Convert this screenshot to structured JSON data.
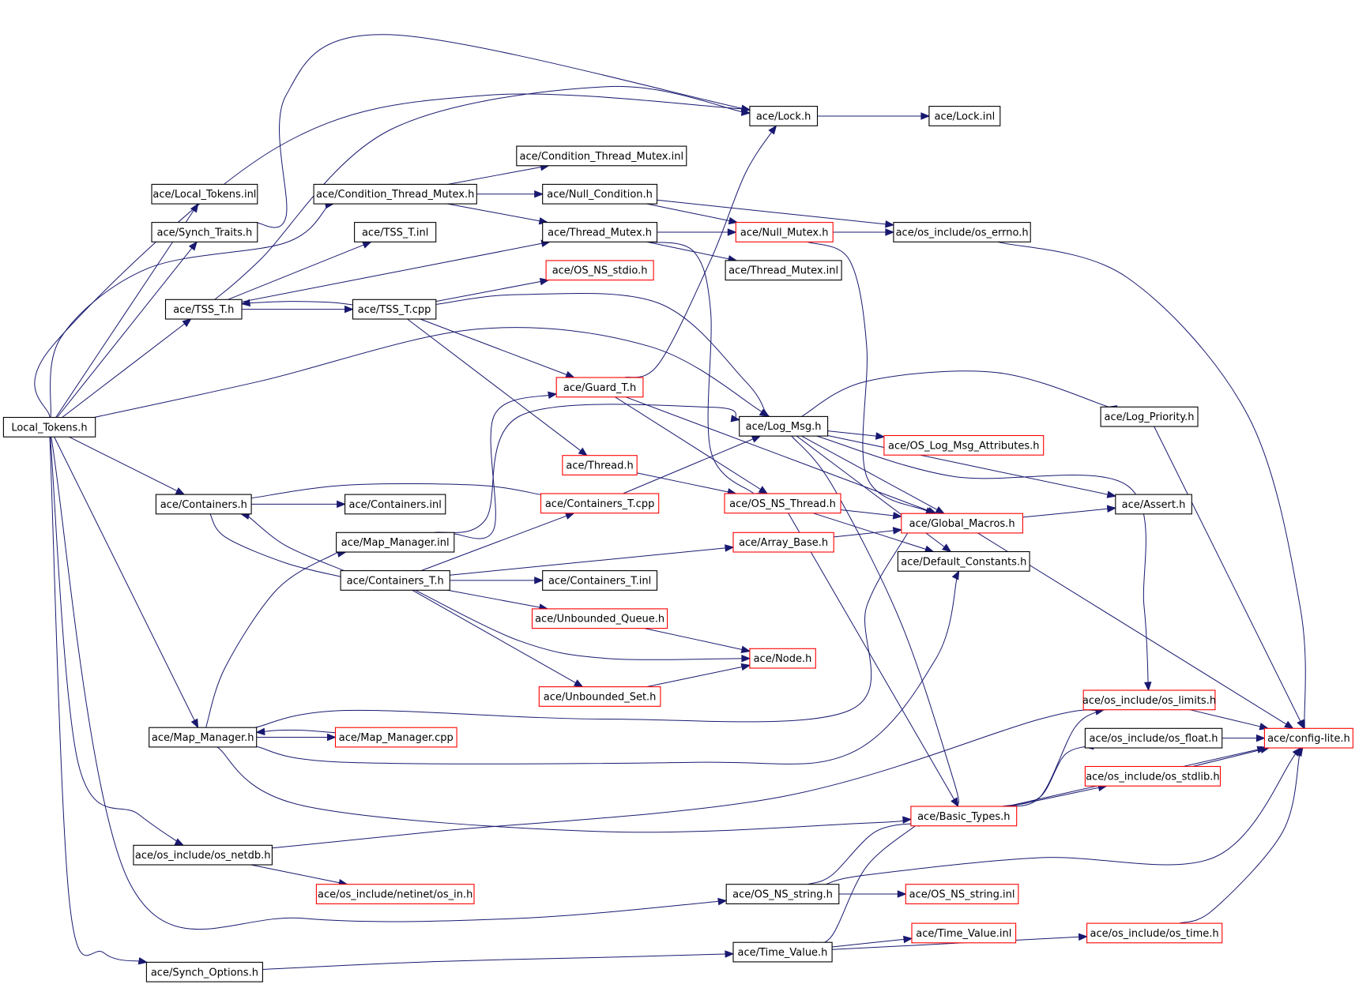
{
  "diagram": {
    "colors": {
      "edge": "#191970",
      "border_documented": "#000000",
      "border_undocumented": "#ff0000",
      "root_fill": "#bfbfbf",
      "node_fill": "#ffffff"
    },
    "nodes": [
      {
        "id": "local_tokens_h",
        "label": "Local_Tokens.h",
        "style": "root"
      },
      {
        "id": "lock_h",
        "label": "ace/Lock.h",
        "style": "black"
      },
      {
        "id": "lock_inl",
        "label": "ace/Lock.inl",
        "style": "black"
      },
      {
        "id": "cond_thread_mutex_inl",
        "label": "ace/Condition_Thread_Mutex.inl",
        "style": "black"
      },
      {
        "id": "local_tokens_inl",
        "label": "ace/Local_Tokens.inl",
        "style": "black"
      },
      {
        "id": "cond_thread_mutex_h",
        "label": "ace/Condition_Thread_Mutex.h",
        "style": "black"
      },
      {
        "id": "null_condition_h",
        "label": "ace/Null_Condition.h",
        "style": "black"
      },
      {
        "id": "synch_traits_h",
        "label": "ace/Synch_Traits.h",
        "style": "black"
      },
      {
        "id": "tss_t_inl",
        "label": "ace/TSS_T.inl",
        "style": "black"
      },
      {
        "id": "thread_mutex_h",
        "label": "ace/Thread_Mutex.h",
        "style": "black"
      },
      {
        "id": "null_mutex_h",
        "label": "ace/Null_Mutex.h",
        "style": "red"
      },
      {
        "id": "os_errno_h",
        "label": "ace/os_include/os_errno.h",
        "style": "black"
      },
      {
        "id": "thread_mutex_inl",
        "label": "ace/Thread_Mutex.inl",
        "style": "black"
      },
      {
        "id": "os_ns_stdio_h",
        "label": "ace/OS_NS_stdio.h",
        "style": "red"
      },
      {
        "id": "tss_t_h",
        "label": "ace/TSS_T.h",
        "style": "black"
      },
      {
        "id": "tss_t_cpp",
        "label": "ace/TSS_T.cpp",
        "style": "black"
      },
      {
        "id": "guard_t_h",
        "label": "ace/Guard_T.h",
        "style": "red"
      },
      {
        "id": "log_msg_h",
        "label": "ace/Log_Msg.h",
        "style": "black"
      },
      {
        "id": "log_priority_h",
        "label": "ace/Log_Priority.h",
        "style": "black"
      },
      {
        "id": "os_log_msg_attr_h",
        "label": "ace/OS_Log_Msg_Attributes.h",
        "style": "red"
      },
      {
        "id": "thread_h",
        "label": "ace/Thread.h",
        "style": "red"
      },
      {
        "id": "containers_h",
        "label": "ace/Containers.h",
        "style": "black"
      },
      {
        "id": "containers_inl",
        "label": "ace/Containers.inl",
        "style": "black"
      },
      {
        "id": "containers_t_cpp",
        "label": "ace/Containers_T.cpp",
        "style": "red"
      },
      {
        "id": "os_ns_thread_h",
        "label": "ace/OS_NS_Thread.h",
        "style": "red"
      },
      {
        "id": "assert_h",
        "label": "ace/Assert.h",
        "style": "black"
      },
      {
        "id": "global_macros_h",
        "label": "ace/Global_Macros.h",
        "style": "red"
      },
      {
        "id": "map_manager_inl",
        "label": "ace/Map_Manager.inl",
        "style": "black"
      },
      {
        "id": "array_base_h",
        "label": "ace/Array_Base.h",
        "style": "red"
      },
      {
        "id": "default_constants_h",
        "label": "ace/Default_Constants.h",
        "style": "black"
      },
      {
        "id": "containers_t_h",
        "label": "ace/Containers_T.h",
        "style": "black"
      },
      {
        "id": "containers_t_inl",
        "label": "ace/Containers_T.inl",
        "style": "black"
      },
      {
        "id": "unbounded_queue_h",
        "label": "ace/Unbounded_Queue.h",
        "style": "red"
      },
      {
        "id": "node_h",
        "label": "ace/Node.h",
        "style": "red"
      },
      {
        "id": "unbounded_set_h",
        "label": "ace/Unbounded_Set.h",
        "style": "red"
      },
      {
        "id": "os_limits_h",
        "label": "ace/os_include/os_limits.h",
        "style": "red"
      },
      {
        "id": "map_manager_h",
        "label": "ace/Map_Manager.h",
        "style": "black"
      },
      {
        "id": "map_manager_cpp",
        "label": "ace/Map_Manager.cpp",
        "style": "red"
      },
      {
        "id": "os_float_h",
        "label": "ace/os_include/os_float.h",
        "style": "black"
      },
      {
        "id": "config_lite_h",
        "label": "ace/config-lite.h",
        "style": "red"
      },
      {
        "id": "os_stdlib_h",
        "label": "ace/os_include/os_stdlib.h",
        "style": "red"
      },
      {
        "id": "basic_types_h",
        "label": "ace/Basic_Types.h",
        "style": "red"
      },
      {
        "id": "os_netdb_h",
        "label": "ace/os_include/os_netdb.h",
        "style": "black"
      },
      {
        "id": "os_in_h",
        "label": "ace/os_include/netinet/os_in.h",
        "style": "red"
      },
      {
        "id": "os_ns_string_h",
        "label": "ace/OS_NS_string.h",
        "style": "black"
      },
      {
        "id": "os_ns_string_inl",
        "label": "ace/OS_NS_string.inl",
        "style": "red"
      },
      {
        "id": "time_value_inl",
        "label": "ace/Time_Value.inl",
        "style": "red"
      },
      {
        "id": "os_time_h",
        "label": "ace/os_include/os_time.h",
        "style": "red"
      },
      {
        "id": "time_value_h",
        "label": "ace/Time_Value.h",
        "style": "black"
      },
      {
        "id": "synch_options_h",
        "label": "ace/Synch_Options.h",
        "style": "black"
      }
    ],
    "edges": [
      [
        "local_tokens_h",
        "lock_h"
      ],
      [
        "local_tokens_h",
        "local_tokens_inl"
      ],
      [
        "local_tokens_h",
        "synch_traits_h"
      ],
      [
        "local_tokens_h",
        "cond_thread_mutex_h"
      ],
      [
        "local_tokens_h",
        "tss_t_h"
      ],
      [
        "local_tokens_h",
        "log_msg_h"
      ],
      [
        "local_tokens_h",
        "containers_h"
      ],
      [
        "local_tokens_h",
        "map_manager_h"
      ],
      [
        "local_tokens_h",
        "os_netdb_h"
      ],
      [
        "local_tokens_h",
        "os_ns_string_h"
      ],
      [
        "local_tokens_h",
        "synch_options_h"
      ],
      [
        "lock_h",
        "lock_inl"
      ],
      [
        "synch_traits_h",
        "lock_h"
      ],
      [
        "cond_thread_mutex_h",
        "cond_thread_mutex_inl"
      ],
      [
        "cond_thread_mutex_h",
        "null_condition_h"
      ],
      [
        "cond_thread_mutex_h",
        "thread_mutex_h"
      ],
      [
        "null_condition_h",
        "null_mutex_h"
      ],
      [
        "null_condition_h",
        "os_errno_h"
      ],
      [
        "thread_mutex_h",
        "null_mutex_h"
      ],
      [
        "thread_mutex_h",
        "thread_mutex_inl"
      ],
      [
        "thread_mutex_h",
        "os_ns_thread_h"
      ],
      [
        "null_mutex_h",
        "os_errno_h"
      ],
      [
        "null_mutex_h",
        "global_macros_h"
      ],
      [
        "os_errno_h",
        "config_lite_h"
      ],
      [
        "tss_t_h",
        "lock_h"
      ],
      [
        "tss_t_h",
        "tss_t_inl"
      ],
      [
        "tss_t_h",
        "tss_t_cpp"
      ],
      [
        "tss_t_h",
        "thread_mutex_h"
      ],
      [
        "tss_t_cpp",
        "tss_t_h"
      ],
      [
        "tss_t_cpp",
        "os_ns_stdio_h"
      ],
      [
        "tss_t_cpp",
        "guard_t_h"
      ],
      [
        "tss_t_cpp",
        "log_msg_h"
      ],
      [
        "tss_t_cpp",
        "thread_h"
      ],
      [
        "guard_t_h",
        "lock_h"
      ],
      [
        "guard_t_h",
        "os_ns_thread_h"
      ],
      [
        "guard_t_h",
        "global_macros_h"
      ],
      [
        "log_msg_h",
        "log_priority_h"
      ],
      [
        "log_msg_h",
        "os_log_msg_attr_h"
      ],
      [
        "log_msg_h",
        "assert_h"
      ],
      [
        "log_msg_h",
        "global_macros_h"
      ],
      [
        "log_msg_h",
        "default_constants_h"
      ],
      [
        "log_msg_h",
        "os_limits_h"
      ],
      [
        "log_msg_h",
        "basic_types_h"
      ],
      [
        "log_priority_h",
        "config_lite_h"
      ],
      [
        "thread_h",
        "os_ns_thread_h"
      ],
      [
        "containers_h",
        "containers_inl"
      ],
      [
        "containers_h",
        "containers_t_h"
      ],
      [
        "containers_t_cpp",
        "containers_h"
      ],
      [
        "containers_t_cpp",
        "log_msg_h"
      ],
      [
        "os_ns_thread_h",
        "global_macros_h"
      ],
      [
        "os_ns_thread_h",
        "default_constants_h"
      ],
      [
        "os_ns_thread_h",
        "basic_types_h"
      ],
      [
        "global_macros_h",
        "assert_h"
      ],
      [
        "global_macros_h",
        "config_lite_h"
      ],
      [
        "map_manager_inl",
        "log_msg_h"
      ],
      [
        "map_manager_inl",
        "guard_t_h"
      ],
      [
        "array_base_h",
        "global_macros_h"
      ],
      [
        "containers_t_h",
        "containers_h"
      ],
      [
        "containers_t_h",
        "containers_t_cpp"
      ],
      [
        "containers_t_h",
        "array_base_h"
      ],
      [
        "containers_t_h",
        "containers_t_inl"
      ],
      [
        "containers_t_h",
        "unbounded_queue_h"
      ],
      [
        "containers_t_h",
        "node_h"
      ],
      [
        "containers_t_h",
        "unbounded_set_h"
      ],
      [
        "unbounded_queue_h",
        "node_h"
      ],
      [
        "unbounded_set_h",
        "node_h"
      ],
      [
        "os_limits_h",
        "config_lite_h"
      ],
      [
        "map_manager_h",
        "map_manager_inl"
      ],
      [
        "map_manager_h",
        "map_manager_cpp"
      ],
      [
        "map_manager_h",
        "global_macros_h"
      ],
      [
        "map_manager_h",
        "default_constants_h"
      ],
      [
        "map_manager_h",
        "basic_types_h"
      ],
      [
        "map_manager_cpp",
        "map_manager_h"
      ],
      [
        "os_float_h",
        "config_lite_h"
      ],
      [
        "os_stdlib_h",
        "config_lite_h"
      ],
      [
        "basic_types_h",
        "os_limits_h"
      ],
      [
        "basic_types_h",
        "os_float_h"
      ],
      [
        "basic_types_h",
        "os_stdlib_h"
      ],
      [
        "basic_types_h",
        "config_lite_h"
      ],
      [
        "os_netdb_h",
        "os_in_h"
      ],
      [
        "os_netdb_h",
        "os_limits_h"
      ],
      [
        "os_ns_string_h",
        "basic_types_h"
      ],
      [
        "os_ns_string_h",
        "os_ns_string_inl"
      ],
      [
        "os_ns_string_h",
        "config_lite_h"
      ],
      [
        "time_value_h",
        "basic_types_h"
      ],
      [
        "time_value_h",
        "time_value_inl"
      ],
      [
        "time_value_h",
        "os_time_h"
      ],
      [
        "os_time_h",
        "config_lite_h"
      ],
      [
        "synch_options_h",
        "time_value_h"
      ]
    ]
  }
}
